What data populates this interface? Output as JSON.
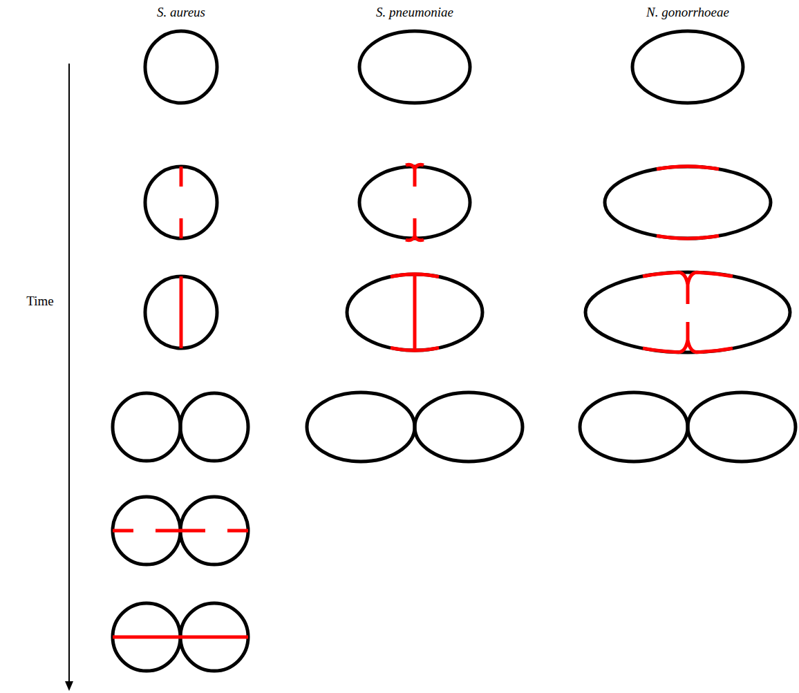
{
  "diagram": {
    "labels": [
      "S. aureus",
      "S. pneumoniae",
      "N. gonorrhoeae",
      "Time"
    ]
  }
}
